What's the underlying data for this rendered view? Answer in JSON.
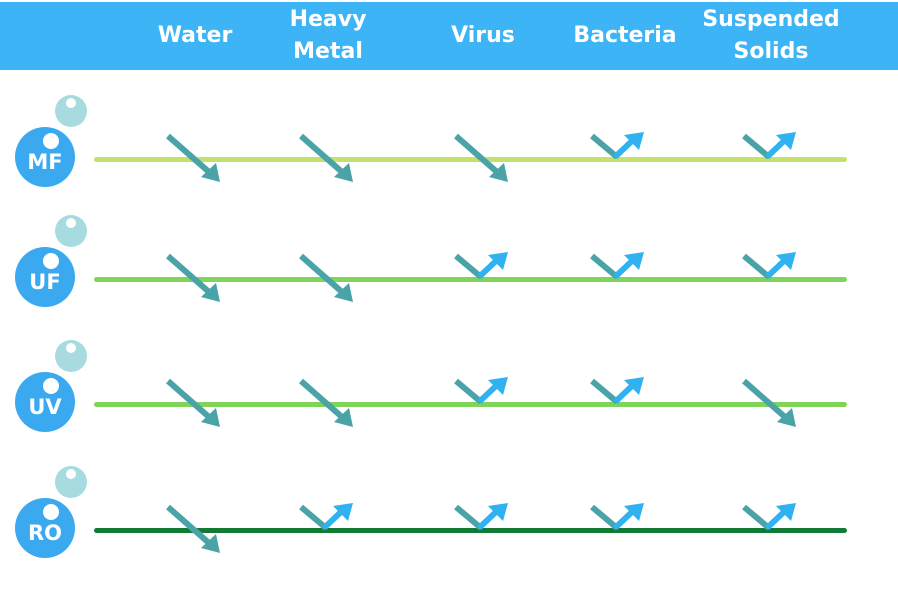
{
  "header": {
    "columns": [
      "Water",
      "Heavy\nMetal",
      "Virus",
      "Bacteria",
      "Suspended\nSolids"
    ]
  },
  "rows": [
    {
      "label": "MF",
      "line_color": "#c3e26a",
      "results": [
        "pass",
        "pass",
        "pass",
        "blocked",
        "blocked"
      ]
    },
    {
      "label": "UF",
      "line_color": "#7fd45a",
      "results": [
        "pass",
        "pass",
        "blocked",
        "blocked",
        "blocked"
      ]
    },
    {
      "label": "UV",
      "line_color": "#7fd45a",
      "results": [
        "pass",
        "pass",
        "blocked",
        "blocked",
        "pass"
      ]
    },
    {
      "label": "RO",
      "line_color": "#137a35",
      "results": [
        "pass",
        "blocked",
        "blocked",
        "blocked",
        "blocked"
      ]
    }
  ],
  "colors": {
    "header": "#3cb4f5",
    "badge": "#3aa9f0",
    "bubble": "#a8dbe0",
    "arrow_incoming": "#4aa3a6",
    "arrow_reflected": "#2fb2ef"
  },
  "icons": {
    "pass": "diagonal-down-arrow-icon",
    "blocked": "bounce-back-arrow-icon"
  }
}
